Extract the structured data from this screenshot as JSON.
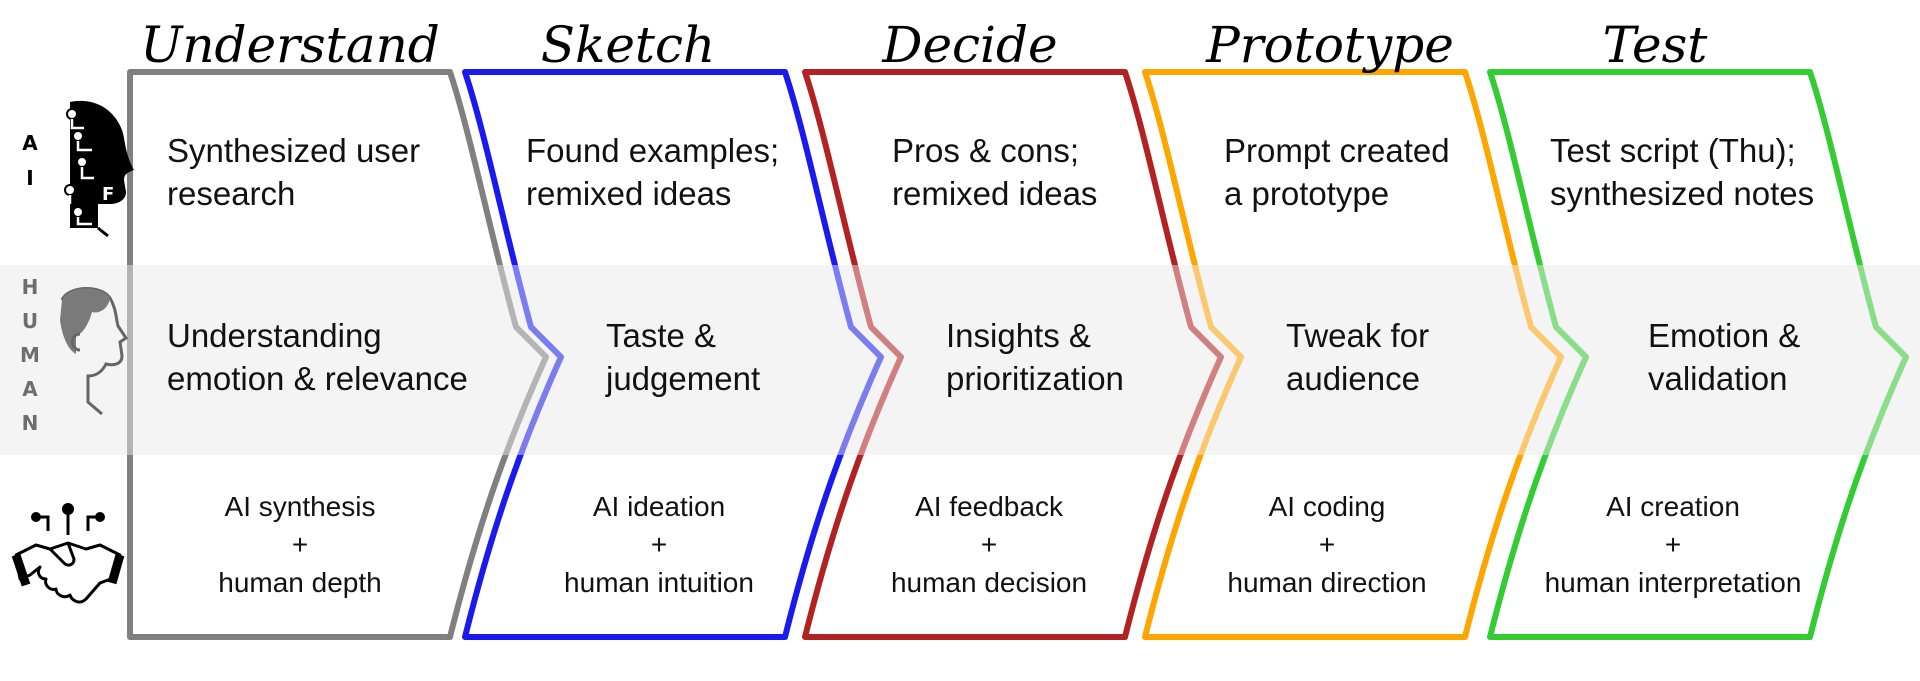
{
  "row_labels": {
    "ai": [
      "A",
      "I"
    ],
    "human": [
      "H",
      "U",
      "M",
      "A",
      "N"
    ]
  },
  "icons": {
    "ai": "robot-head-icon",
    "human": "human-head-icon",
    "collab": "handshake-icon"
  },
  "stages": [
    {
      "title": "Understand",
      "color": "#808080",
      "ai_lines": [
        "Synthesized user",
        "research"
      ],
      "human_lines": [
        "Understanding",
        "emotion & relevance"
      ],
      "combo_lines": [
        "AI synthesis",
        "+",
        "human depth"
      ]
    },
    {
      "title": "Sketch",
      "color": "#1a1aee",
      "ai_lines": [
        "Found examples;",
        "remixed ideas"
      ],
      "human_lines": [
        "Taste &",
        "judgement"
      ],
      "combo_lines": [
        "AI ideation",
        "+",
        "human intuition"
      ]
    },
    {
      "title": "Decide",
      "color": "#b22222",
      "ai_lines": [
        "Pros & cons;",
        "remixed ideas"
      ],
      "human_lines": [
        "Insights &",
        "prioritization"
      ],
      "combo_lines": [
        "AI feedback",
        "+",
        "human decision"
      ]
    },
    {
      "title": "Prototype",
      "color": "#ffa500",
      "ai_lines": [
        "Prompt created",
        "a prototype"
      ],
      "human_lines": [
        "Tweak for",
        "audience"
      ],
      "combo_lines": [
        "AI  coding",
        "+",
        "human direction"
      ]
    },
    {
      "title": "Test",
      "color": "#33cc33",
      "ai_lines": [
        "Test script (Thu);",
        "synthesized notes"
      ],
      "human_lines": [
        "Emotion &",
        "validation"
      ],
      "combo_lines": [
        "AI creation",
        "+",
        "human interpretation"
      ]
    }
  ]
}
